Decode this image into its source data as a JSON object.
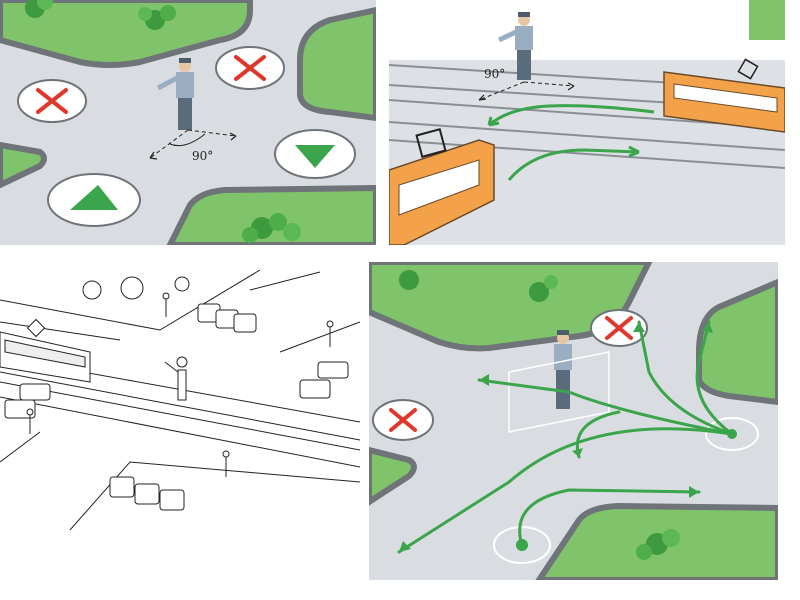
{
  "panels": [
    {
      "id": "officer-side-view",
      "angle_label": "90°"
    },
    {
      "id": "tram-crossing",
      "angle_label": "90°"
    },
    {
      "id": "line-drawing-intersection"
    },
    {
      "id": "allowed-movements"
    }
  ],
  "colors": {
    "road": "#d9dde2",
    "curb": "#7f8489",
    "grass": "#7cc26a",
    "arrow_green": "#3aa54a",
    "forbidden_red": "#e0362c",
    "tram_orange": "#f4a24a"
  },
  "icons": [
    "forbidden-sign",
    "go-arrow-sign",
    "traffic-officer",
    "tram",
    "car",
    "pedestrian",
    "tree"
  ]
}
